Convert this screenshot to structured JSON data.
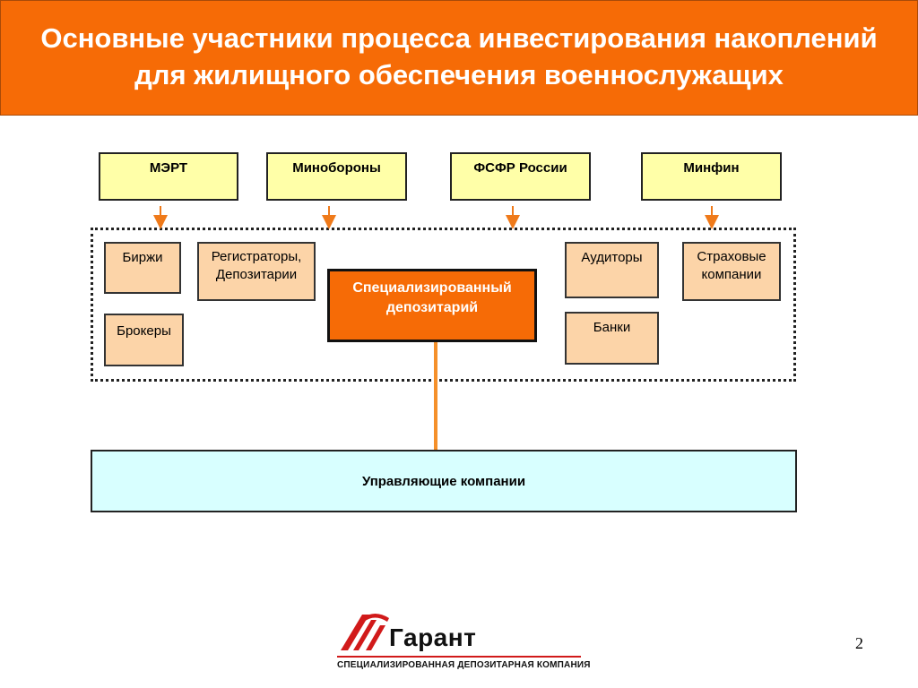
{
  "title": "Основные участники процесса инвестирования накоплений для жилищного обеспечения военнослужащих",
  "regulators": [
    {
      "label": "МЭРТ"
    },
    {
      "label": "Минобороны"
    },
    {
      "label": "ФСФР России"
    },
    {
      "label": "Минфин"
    }
  ],
  "participants": {
    "exchanges": "Биржи",
    "brokers": "Брокеры",
    "registrars": "Регистраторы, Депозитарии",
    "auditors": "Аудиторы",
    "banks": "Банки",
    "insurers": "Страховые компании"
  },
  "center": "Специализированный депозитарий",
  "managers": "Управляющие компании",
  "page_number": "2",
  "logo": {
    "name": "Гарант",
    "subtitle": "СПЕЦИАЛИЗИРОВАННАЯ ДЕПОЗИТАРНАЯ КОМПАНИЯ"
  },
  "colors": {
    "accent_orange": "#f66b06",
    "regulator_fill": "#ffffa8",
    "participant_fill": "#fcd4a8",
    "manager_fill": "#d8ffff",
    "logo_red": "#d11a1a"
  }
}
